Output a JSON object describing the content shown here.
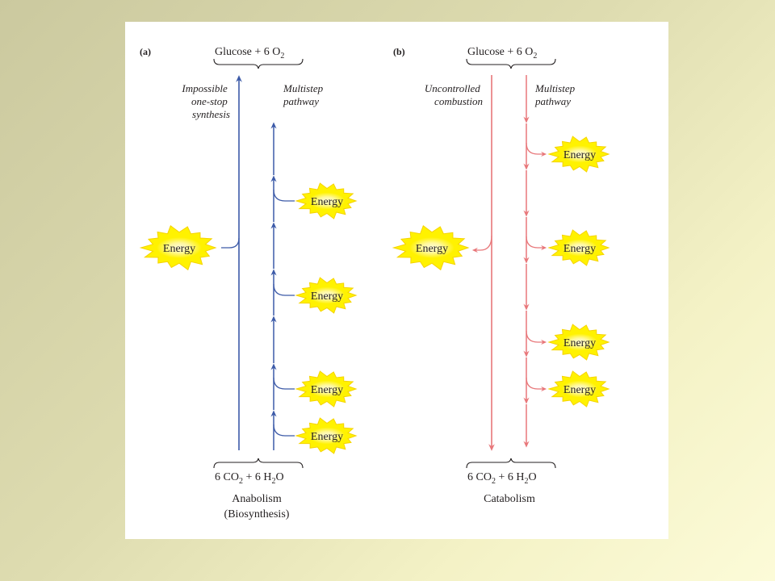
{
  "panel_a": {
    "tag": "(a)",
    "top_formula": {
      "main": "Glucose + 6 O",
      "sub": "2"
    },
    "left_path_label": [
      "Impossible",
      "one-stop",
      "synthesis"
    ],
    "right_path_label": [
      "Multistep",
      "pathway"
    ],
    "bottom_formula": {
      "p1": "6 CO",
      "s1": "2",
      "p2": " + 6 H",
      "s2": "2",
      "p3": "O"
    },
    "process_name": "Anabolism",
    "process_sub": "(Biosynthesis)",
    "energy_label": "Energy",
    "arrow_color": "#3c5aa8"
  },
  "panel_b": {
    "tag": "(b)",
    "top_formula": {
      "main": "Glucose + 6 O",
      "sub": "2"
    },
    "left_path_label": [
      "Uncontrolled",
      "combustion"
    ],
    "right_path_label": [
      "Multistep",
      "pathway"
    ],
    "bottom_formula": {
      "p1": "6 CO",
      "s1": "2",
      "p2": " + 6 H",
      "s2": "2",
      "p3": "O"
    },
    "process_name": "Catabolism",
    "energy_label": "Energy",
    "arrow_color": "#e8777a"
  },
  "colors": {
    "starburst_fill": "#fff200",
    "starburst_stroke": "#f5d300",
    "starburst_core": "#fffbd8"
  }
}
